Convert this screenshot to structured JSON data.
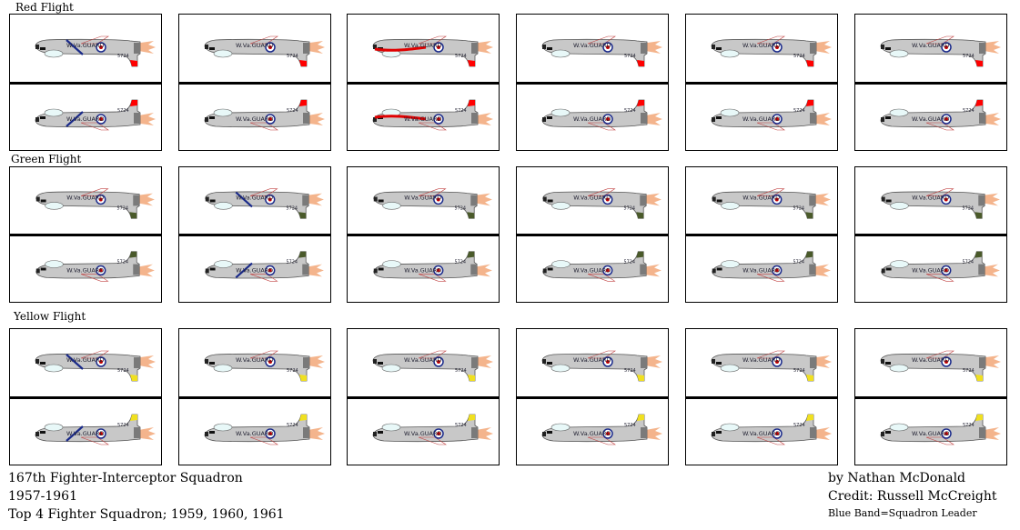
{
  "flights": [
    {
      "label": "Red Flight",
      "stripe_color": "#ff0000",
      "leader_band_color": "#1a2a8a",
      "counters": [
        {
          "leader": true,
          "special": false
        },
        {
          "leader": false,
          "special": false
        },
        {
          "leader": false,
          "special": true
        },
        {
          "leader": false,
          "special": false
        },
        {
          "leader": false,
          "special": false
        },
        {
          "leader": false,
          "special": false
        }
      ]
    },
    {
      "label": "Green Flight",
      "stripe_color": "#4a5a2a",
      "leader_band_color": "#1a2a8a",
      "counters": [
        {
          "leader": false,
          "special": false
        },
        {
          "leader": true,
          "special": false
        },
        {
          "leader": false,
          "special": false
        },
        {
          "leader": false,
          "special": false
        },
        {
          "leader": false,
          "special": false
        },
        {
          "leader": false,
          "special": false
        }
      ]
    },
    {
      "label": "Yellow Flight",
      "stripe_color": "#f0e020",
      "leader_band_color": "#1a2a8a",
      "counters": [
        {
          "leader": true,
          "special": false
        },
        {
          "leader": false,
          "special": false
        },
        {
          "leader": false,
          "special": false
        },
        {
          "leader": false,
          "special": false
        },
        {
          "leader": false,
          "special": false
        },
        {
          "leader": false,
          "special": false
        }
      ]
    }
  ],
  "aircraft_markings": {
    "side_text": "W.Va.GUARD",
    "tail_number": "5724",
    "exhaust_color": "#f4b48c",
    "fuselage_color": "#c8c8c8",
    "canopy_color": "#e8f8f8",
    "special_band_color": "#e00000"
  },
  "captions_left": [
    "167th Fighter-Interceptor Squadron",
    "1957-1961",
    "Top 4 Fighter Squadron; 1959, 1960, 1961"
  ],
  "captions_right": [
    "by Nathan McDonald",
    "Credit: Russell McCreight",
    "Blue Band=Squadron Leader"
  ]
}
